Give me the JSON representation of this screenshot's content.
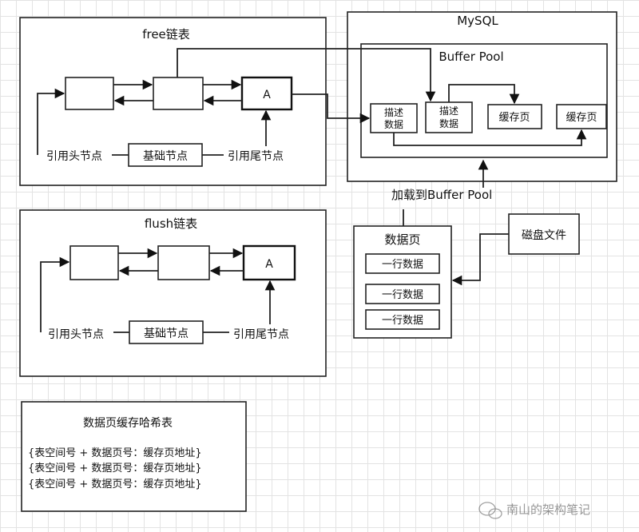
{
  "free_list": {
    "title": "free链表",
    "tail_node": "A",
    "head_ref": "引用头节点",
    "base_node": "基础节点",
    "tail_ref": "引用尾节点"
  },
  "flush_list": {
    "title": "flush链表",
    "tail_node": "A",
    "head_ref": "引用头节点",
    "base_node": "基础节点",
    "tail_ref": "引用尾节点"
  },
  "mysql": {
    "title": "MySQL",
    "buffer_pool": {
      "title": "Buffer Pool",
      "desc1_line1": "描述",
      "desc1_line2": "数据",
      "desc2_line1": "描述",
      "desc2_line2": "数据",
      "cache_page1": "缓存页",
      "cache_page2": "缓存页"
    }
  },
  "load_label": "加载到Buffer Pool",
  "data_page": {
    "title": "数据页",
    "rows": [
      "一行数据",
      "一行数据",
      "一行数据"
    ]
  },
  "disk_file": "磁盘文件",
  "hash_table": {
    "title": "数据页缓存哈希表",
    "entries": [
      "{表空间号 + 数据页号：缓存页地址}",
      "{表空间号 + 数据页号：缓存页地址}",
      "{表空间号 + 数据页号：缓存页地址}"
    ]
  },
  "watermark": "南山的架构笔记"
}
